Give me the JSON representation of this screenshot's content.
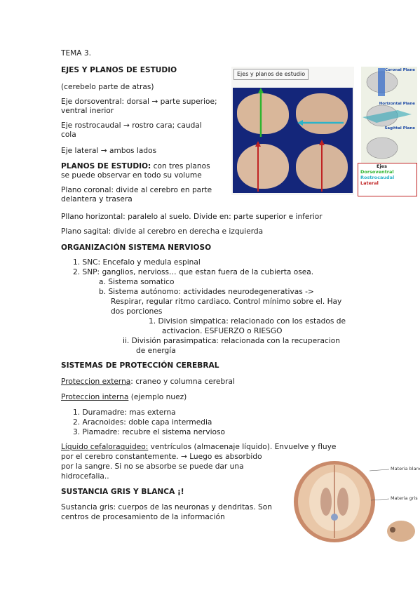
{
  "lines": {
    "tema": "TEMA 3.",
    "ejes_title": "EJES Y PLANOS DE ESTUDIO",
    "cerebelo": "(cerebelo parte de atras)",
    "dorsoventral_1": "Eje dorsoventral: dorsal → parte superioe;",
    "dorsoventral_2": "ventral inerior",
    "rostrocaudal_1": "Eje rostrocaudal → rostro cara; caudal",
    "rostrocaudal_2": "cola",
    "lateral": "Eje lateral → ambos lados",
    "planos_title": "PLANOS DE ESTUDIO:",
    "planos_rest": " con tres planos",
    "planos_2": "se puede observar en todo su volume",
    "coronal_1": "Plano coronal: divide al cerebro en parte",
    "coronal_2": "delantera y trasera",
    "horizontal": "Pllano horizontal: paralelo al suelo. Divide en: parte superior e inferior",
    "sagital": "Plano sagital: divide al cerebro en derecha e izquierda",
    "org_title": "ORGANIZACIÓN SISTEMA NERVIOSO",
    "snc": "1.   SNC: Encefalo y medula espinal",
    "snp": "2.   SNP: ganglios, nervioss… que estan fuera de la cubierta osea.",
    "somatico": "a.   Sistema somatico",
    "autonomo_1": "b.   Sistema autónomo: actividades neurodegenerativas ->",
    "autonomo_2": "Respirar, regular ritmo cardiaco. Control mínimo sobre el. Hay",
    "autonomo_3": "dos porciones",
    "simpatica_1": "1.   Division simpatica: relacionado con los estados de",
    "simpatica_2": "activacion. ESFUERZO o RIESGO",
    "parasimp_1": "ii.   División parasimpatica: relacionada con la recuperacion",
    "parasimp_2": "de energía",
    "prot_title": "SISTEMAS DE PROTECCIÓN CEREBRAL",
    "externa_u": "Proteccion externa",
    "externa_rest": ": craneo y columna cerebral",
    "interna_u": "Proteccion interna",
    "interna_rest": " (ejemplo nuez)",
    "dura": "1.   Duramadre: mas externa",
    "aracnoides": "2.   Aracnoides: doble capa intermedia",
    "piamadre": "3.   Piamadre: recubre el sistema nervioso",
    "liquido_u": "Líquido cefaloraquideo:",
    "liquido_rest": " ventrículos (almacenaje líquido). Envuelve y fluye",
    "liquido_2": "por el cerebro constantemente. → Luego es absorbido",
    "liquido_3": "por la sangre. Si no se absorbe se puede dar una",
    "liquido_4": "hidrocefalia..",
    "sustancia_title": "SUSTANCIA GRIS Y BLANCA ¡!",
    "gris_1": "Sustancia gris: cuerpos de las neuronas y dendritas. Son",
    "gris_2": "centros de procesamiento de la información"
  },
  "figure_axes": {
    "caption": "Ejes y planos de estudio",
    "coronal": "Coronal Plane",
    "horizontal": "Horizontal Plane",
    "sagital": "Sagittal Plane",
    "legend_title": "Ejes",
    "legend_dorso": "Dorsoventral",
    "legend_rostro": "Rostrocaudal",
    "legend_lateral": "Lateral"
  },
  "figure_section": {
    "blanca": "Materia blanca",
    "gris": "Materia gris"
  },
  "colors": {
    "dorsoventral": "#2fb52f",
    "rostrocaudal": "#2bb3c9",
    "lateral": "#c02323",
    "photo_bg": "#14267a",
    "brain": "#d9b79a"
  }
}
